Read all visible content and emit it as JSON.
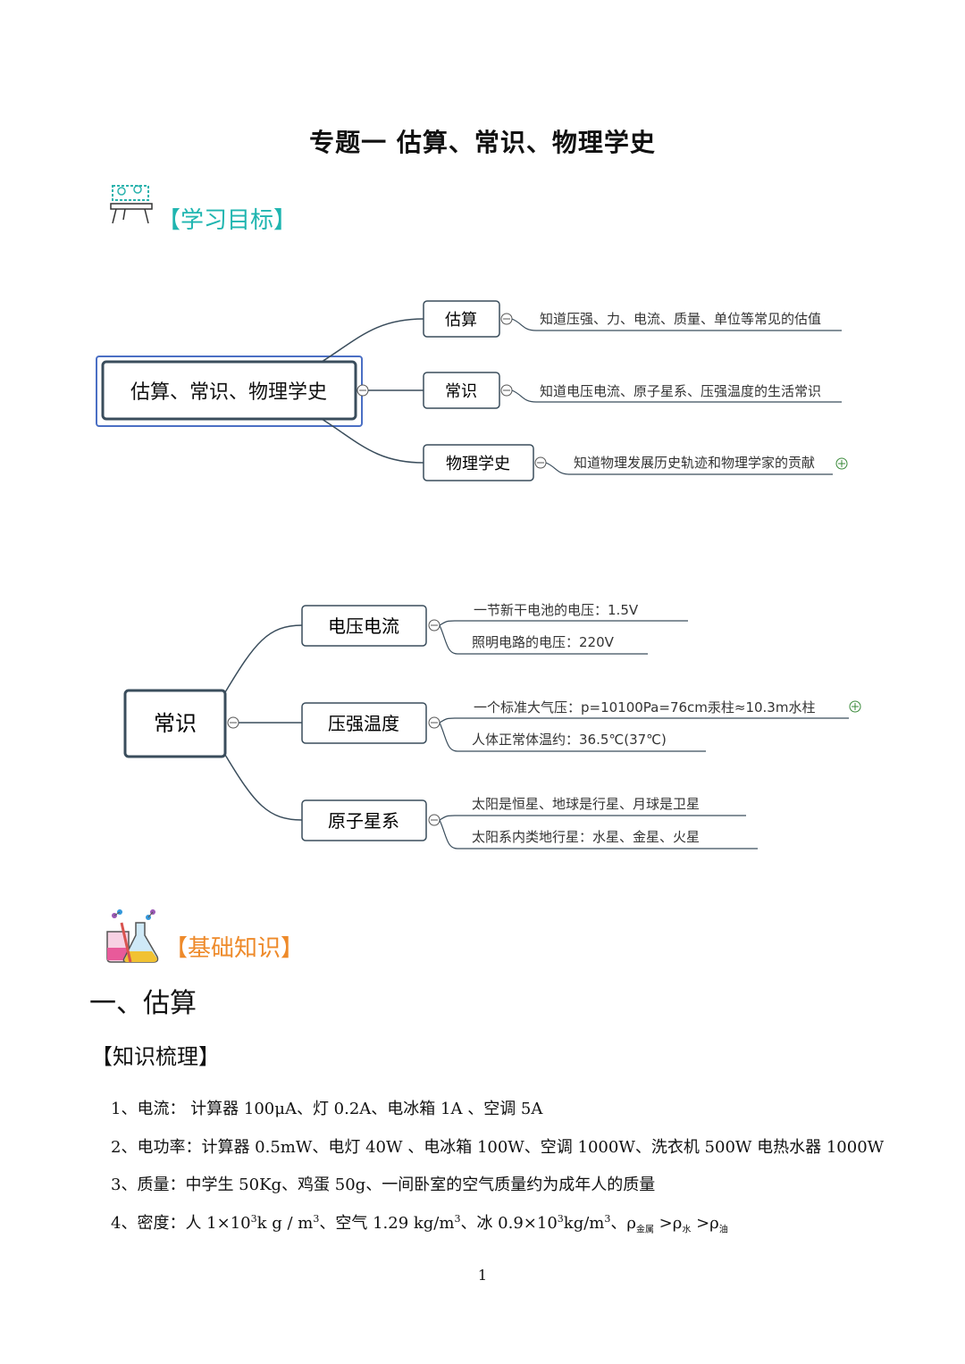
{
  "title": "专题一  估算、常识、物理学史",
  "section_goals": {
    "label": "【学习目标】"
  },
  "mindmap1": {
    "root": "估算、常识、物理学史",
    "branches": [
      {
        "label": "估算",
        "note": "知道压强、力、电流、质量、单位等常见的估值"
      },
      {
        "label": "常识",
        "note": "知道电压电流、原子星系、压强温度的生活常识"
      },
      {
        "label": "物理学史",
        "note": "知道物理发展历史轨迹和物理学家的贡献"
      }
    ]
  },
  "mindmap2": {
    "root": "常识",
    "branches": [
      {
        "label": "电压电流",
        "notes": [
          "一节新干电池的电压：1.5V",
          "照明电路的电压：220V"
        ]
      },
      {
        "label": "压强温度",
        "notes": [
          "一个标准大气压：p=10100Pa=76cm汞柱≈10.3m水柱",
          "人体正常体温约：36.5℃(37℃)"
        ]
      },
      {
        "label": "原子星系",
        "notes": [
          "太阳是恒星、地球是行星、月球是卫星",
          "太阳系内类地行星：水星、金星、火星"
        ]
      }
    ]
  },
  "section_basic": {
    "label": "【基础知识】"
  },
  "heading1": "一、估算",
  "heading2": "【知识梳理】",
  "items": {
    "l1": "1、电流：  计算器 100μA、灯 0.2A、电冰箱  1A  、空调  5A",
    "l2": "2、电功率：计算器  0.5mW、电灯 40W  、电冰箱  100W、空调  1000W、洗衣机  500W    电热水器 1000W",
    "l3": "3、质量：中学生  50Kg、鸡蛋 50g、一间卧室的空气质量约为成年人的质量",
    "l4": {
      "a": "4、密度：人 1×10",
      "a_sup": "3",
      "b": "k g / m",
      "b_sup": "3",
      "c": "、空气 1.29 kg/m",
      "c_sup": "3",
      "d": "、冰 0.9×10",
      "d_sup": "3",
      "e": "kg/m",
      "e_sup": "3",
      "f": "、ρ",
      "f_sub": "金属",
      "g": "  >ρ",
      "g_sub": "水",
      "h": "  >ρ",
      "h_sub": "油"
    }
  },
  "page_number": "1",
  "colors": {
    "teal": "#1fb5b0",
    "orange": "#ee8a2a",
    "node_border": "#3a4d5c",
    "root_frame": "#4b6fc4"
  }
}
